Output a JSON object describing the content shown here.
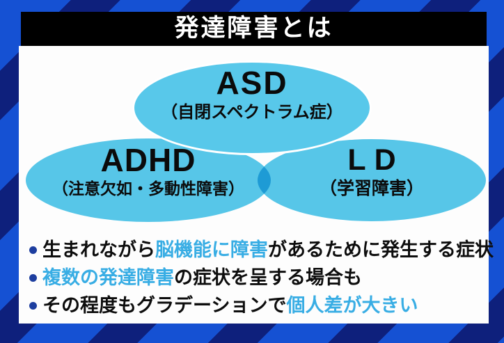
{
  "title": "発達障害とは",
  "venn": {
    "asd": {
      "label": "ASD",
      "subtitle": "（自閉スペクトラム症）"
    },
    "adhd": {
      "label": "ADHD",
      "subtitle": "（注意欠如・多動性障害）"
    },
    "ld": {
      "label": "LD",
      "subtitle": "（学習障害）"
    }
  },
  "bullets": [
    {
      "pre": "生まれながら",
      "hi": "脳機能に障害",
      "post": "があるために発生する症状"
    },
    {
      "pre": "",
      "hi": "複数の発達障害",
      "post": "の症状を呈する場合も"
    },
    {
      "pre": "その程度もグラデーションで",
      "hi": "個人差が大きい",
      "post": ""
    }
  ],
  "colors": {
    "background_stripe_bright": "#1551d3",
    "background_stripe_dark": "#0e207c",
    "title_bar_background": "#000000",
    "title_text": "#ffffff",
    "panel_background": "#fdfdfd",
    "ellipse_fill": "#58c8ea",
    "ellipse_overlap": "#1e9dd7",
    "highlight_text": "#38ade4",
    "bullet_dot": "#1d3e9f",
    "body_text": "#0d0d0d"
  }
}
